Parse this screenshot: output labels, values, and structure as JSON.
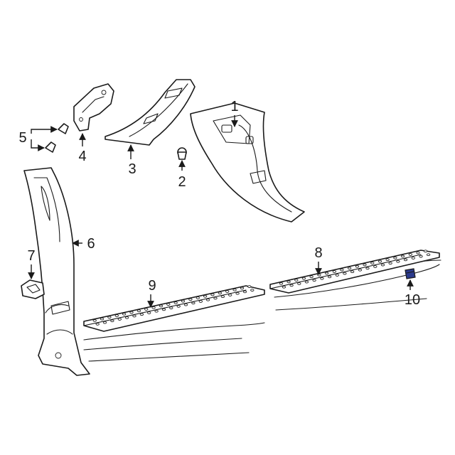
{
  "diagram": {
    "callouts": [
      {
        "id": "1",
        "label": "1"
      },
      {
        "id": "2",
        "label": "2"
      },
      {
        "id": "3",
        "label": "3"
      },
      {
        "id": "4",
        "label": "4"
      },
      {
        "id": "5",
        "label": "5"
      },
      {
        "id": "6",
        "label": "6"
      },
      {
        "id": "7",
        "label": "7"
      },
      {
        "id": "8",
        "label": "8"
      },
      {
        "id": "9",
        "label": "9"
      },
      {
        "id": "10",
        "label": "10"
      }
    ],
    "highlight_color": "#2b3a8c",
    "line_color": "#1a1a1a"
  }
}
